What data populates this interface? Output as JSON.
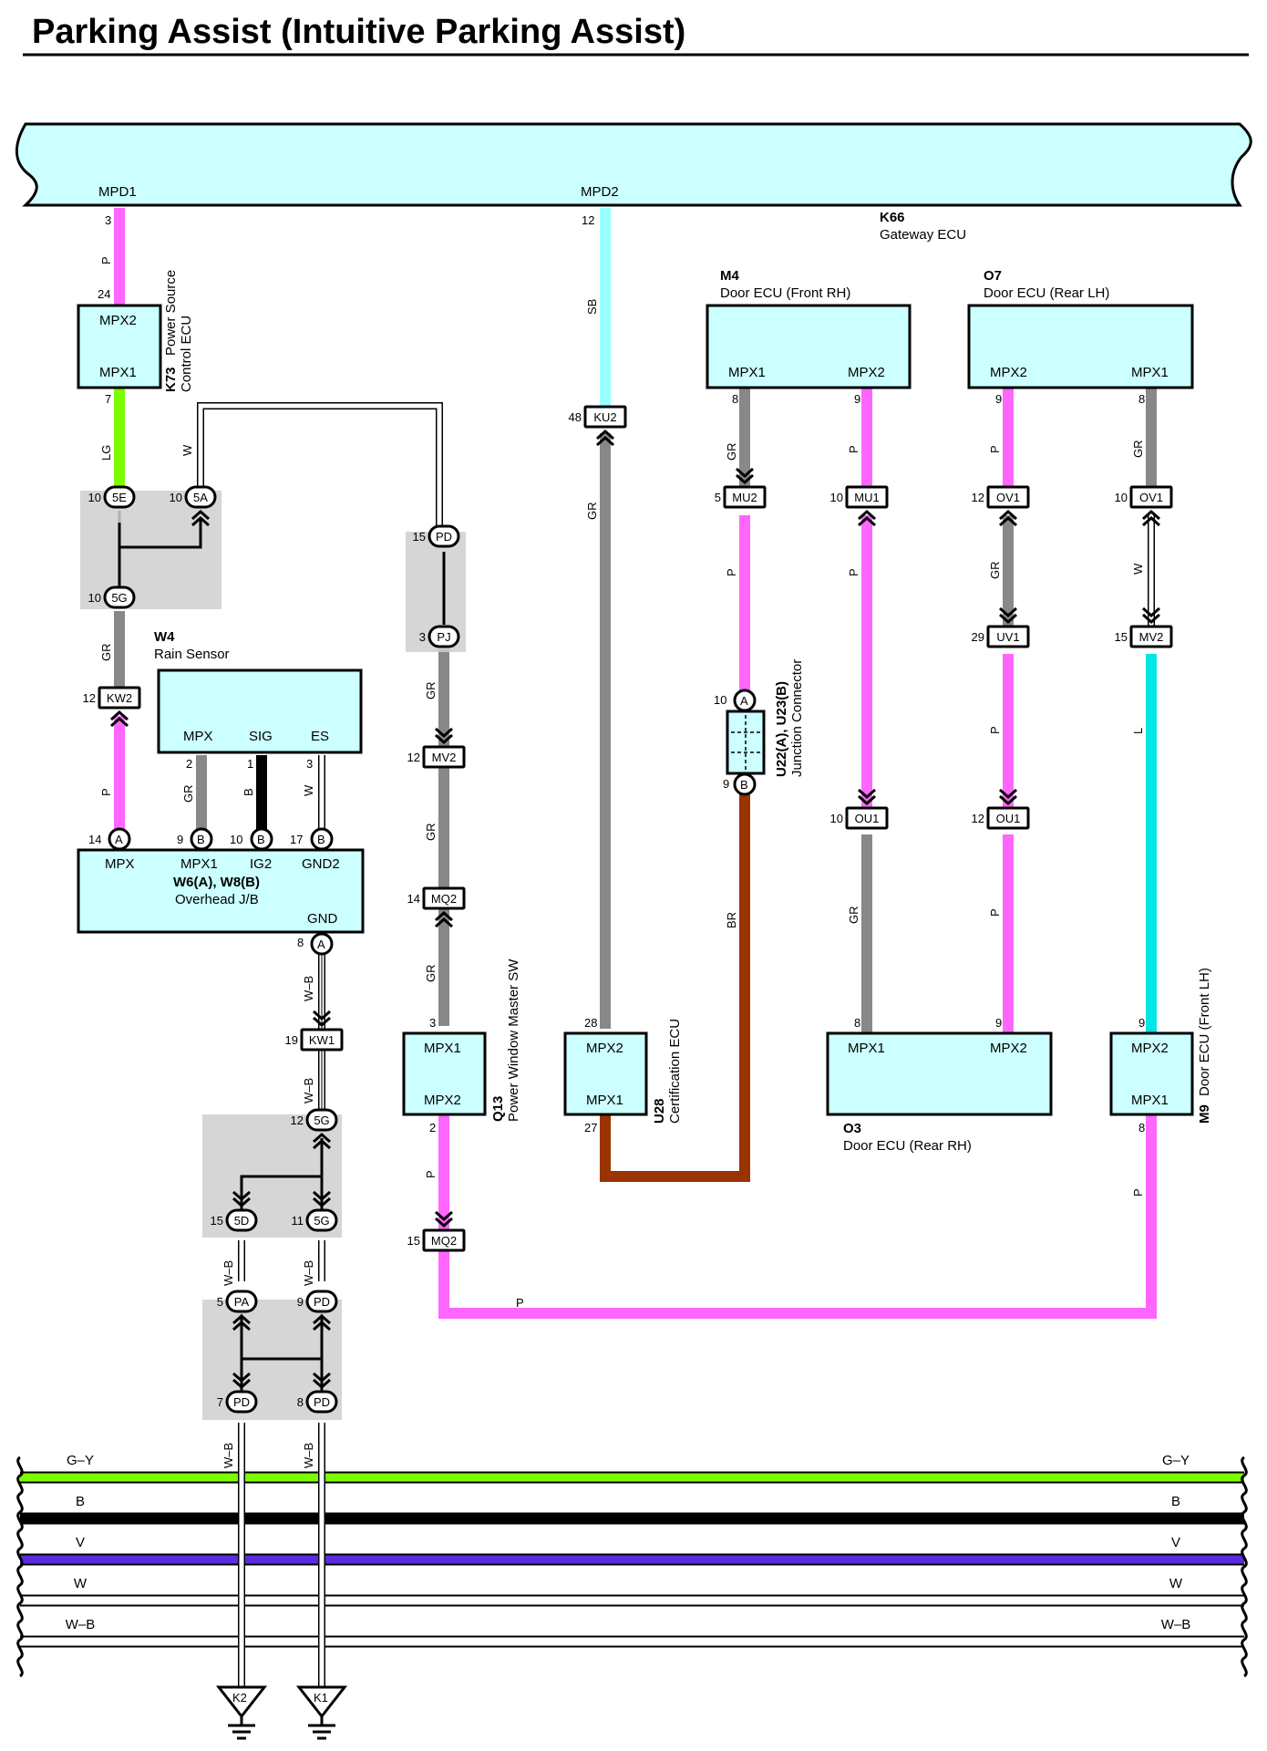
{
  "title": "Parking Assist (Intuitive Parking Assist)",
  "gateway": {
    "code": "K66",
    "name": "Gateway ECU",
    "term_left": "MPD1",
    "term_right": "MPD2",
    "pin_left": "3",
    "pin_right": "12"
  },
  "k73": {
    "code": "K73",
    "name1": "Power Source",
    "name2": "Control ECU",
    "top": "MPX2",
    "bottom": "MPX1",
    "pin_top": "24",
    "pin_bottom": "7"
  },
  "w4": {
    "code": "W4",
    "name": "Rain Sensor",
    "t1": "MPX",
    "t2": "SIG",
    "t3": "ES",
    "p1": "2",
    "p2": "1",
    "p3": "3"
  },
  "jb": {
    "code": "W6(A), W8(B)",
    "name": "Overhead J/B",
    "t1": "MPX",
    "t2": "MPX1",
    "t3": "IG2",
    "t4": "GND2",
    "t5": "GND",
    "p1": "14",
    "p2": "9",
    "p3": "10",
    "p4": "17",
    "p5": "8",
    "c1": "A",
    "c2": "B",
    "c3": "B",
    "c4": "B",
    "c5": "A"
  },
  "m4": {
    "code": "M4",
    "name": "Door ECU (Front RH)",
    "t1": "MPX1",
    "t2": "MPX2",
    "p1": "8",
    "p2": "9"
  },
  "o7": {
    "code": "O7",
    "name": "Door ECU (Rear LH)",
    "t1": "MPX2",
    "t2": "MPX1",
    "p1": "9",
    "p2": "8"
  },
  "q13": {
    "code": "Q13",
    "name": "Power Window Master SW",
    "top": "MPX1",
    "bottom": "MPX2",
    "pin_top": "3",
    "pin_bottom": "2"
  },
  "u28": {
    "code": "U28",
    "name": "Certification ECU",
    "top": "MPX2",
    "bottom": "MPX1",
    "pin_top": "28",
    "pin_bottom": "27"
  },
  "o3": {
    "code": "O3",
    "name": "Door ECU (Rear RH)",
    "t1": "MPX1",
    "t2": "MPX2",
    "p1": "8",
    "p2": "9"
  },
  "m9": {
    "code": "M9",
    "name": "Door ECU (Front LH)",
    "top": "MPX2",
    "bottom": "MPX1",
    "pin_top": "9",
    "pin_bottom": "8"
  },
  "jc": {
    "code": "U22(A), U23(B)",
    "name": "Junction Connector",
    "pin_a": "10",
    "pin_b": "9",
    "c_a": "A",
    "c_b": "B"
  },
  "connectors": {
    "c5e": {
      "label": "5E",
      "pin": "10"
    },
    "c5a": {
      "label": "5A",
      "pin": "10"
    },
    "c5g_top": {
      "label": "5G",
      "pin": "10"
    },
    "ckw2": {
      "label": "KW2",
      "pin": "12"
    },
    "cpd_a": {
      "label": "PD",
      "pin": "15"
    },
    "cpj": {
      "label": "PJ",
      "pin": "3"
    },
    "cmv2": {
      "label": "MV2",
      "pin": "12"
    },
    "cmq2_a": {
      "label": "MQ2",
      "pin": "14"
    },
    "cku2": {
      "label": "KU2",
      "pin": "48"
    },
    "cmu2": {
      "label": "MU2",
      "pin": "5"
    },
    "cmu1": {
      "label": "MU1",
      "pin": "10"
    },
    "cou1_a": {
      "label": "OU1",
      "pin": "10"
    },
    "cov1_a": {
      "label": "OV1",
      "pin": "12"
    },
    "cuv1": {
      "label": "UV1",
      "pin": "29"
    },
    "cou1_b": {
      "label": "OU1",
      "pin": "12"
    },
    "cov1_b": {
      "label": "OV1",
      "pin": "10"
    },
    "cmv2_b": {
      "label": "MV2",
      "pin": "15"
    },
    "ckw1": {
      "label": "KW1",
      "pin": "19"
    },
    "c5g_b": {
      "label": "5G",
      "pin": "12"
    },
    "c5d": {
      "label": "5D",
      "pin": "15"
    },
    "c5g_c": {
      "label": "5G",
      "pin": "11"
    },
    "cpa": {
      "label": "PA",
      "pin": "5"
    },
    "cpd_b": {
      "label": "PD",
      "pin": "9"
    },
    "cpd_c": {
      "label": "PD",
      "pin": "7"
    },
    "cpd_d": {
      "label": "PD",
      "pin": "8"
    },
    "cmq2_b": {
      "label": "MQ2",
      "pin": "15"
    }
  },
  "wires": {
    "p": "P",
    "lg": "LG",
    "w": "W",
    "gr": "GR",
    "b": "B",
    "sb": "SB",
    "br": "BR",
    "l": "L",
    "wb": "W–B"
  },
  "buses": [
    {
      "label": "G–Y",
      "color": "#7CFC00"
    },
    {
      "label": "B",
      "color": "#000000"
    },
    {
      "label": "V",
      "color": "#5B2BE0"
    },
    {
      "label": "W",
      "color": "#ffffff"
    },
    {
      "label": "W–B",
      "color": "#ffffff"
    }
  ],
  "grounds": {
    "g1": "K2",
    "g2": "K1"
  },
  "colors": {
    "module_fill": "#CCFFFF",
    "pink": "#FF66FF",
    "gray": "#888888",
    "green": "#7CFC00",
    "skyblue": "#99FFFF",
    "cyan": "#00E5E5",
    "brown": "#993300",
    "shade": "#CFCFCF"
  }
}
